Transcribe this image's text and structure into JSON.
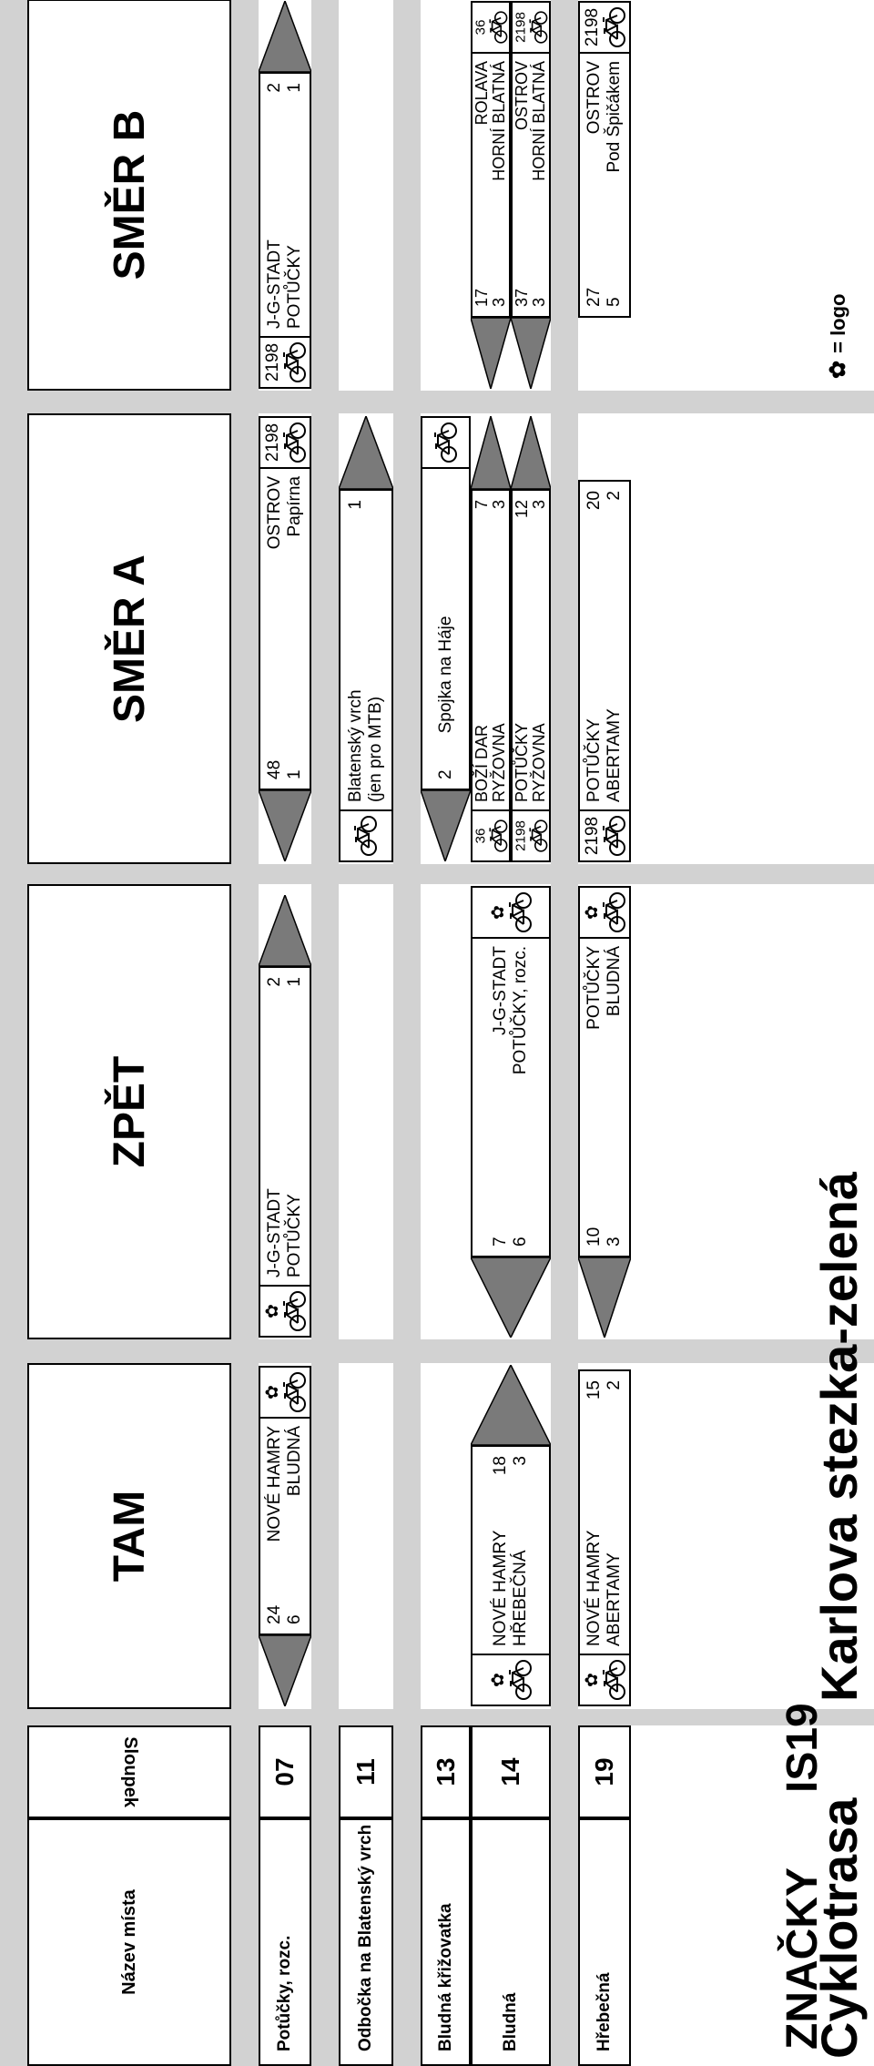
{
  "title": {
    "word1": "Cyklotrasa",
    "word2": "Karlova stezka-zelená"
  },
  "subtitle": {
    "label": "ZNAČKY",
    "code": "IS19"
  },
  "legend": {
    "icon": "logo-icon",
    "text": "= logo"
  },
  "headers": {
    "place": "Název místa",
    "post": "Sloupek",
    "tam": "TAM",
    "zpet": "ZPĚT",
    "smer_a": "SMĚR A",
    "smer_b": "SMĚR B"
  },
  "rows": [
    {
      "place": "Potůčky, rozc.",
      "post": "07"
    },
    {
      "place": "Odbočka na Blatenský vrch",
      "post": "11"
    },
    {
      "place": "Bludná křižovatka",
      "post": "13"
    },
    {
      "place": "Bludná",
      "post": "14"
    },
    {
      "place": "Hřebečná",
      "post": "19"
    }
  ],
  "signs": {
    "r1_tam": {
      "l1": "NOVÉ HAMRY",
      "d1": "24",
      "l2": "BLUDNÁ",
      "d2": "6",
      "logo": true
    },
    "r1_zpet": {
      "l1": "J-G-STADT",
      "d1": "2",
      "l2": "POTŮČKY",
      "d2": "1",
      "logo": true
    },
    "r1_a": {
      "l1": "OSTROV",
      "d1": "48",
      "l2": "Papírna",
      "d2": "1",
      "num": "2198"
    },
    "r1_b": {
      "l1": "J-G-STADT",
      "d1": "2",
      "l2": "POTŮČKY",
      "d2": "1",
      "num": "2198"
    },
    "r2_a": {
      "l1": "Blatenský vrch",
      "d1": "1",
      "l2": "(jen pro MTB)",
      "d2": ""
    },
    "r3_a": {
      "l1": "Spojka na Háje",
      "d1": "2"
    },
    "r4_tam": {
      "l1": "NOVÉ HAMRY",
      "d1": "18",
      "l2": "HŘEBEČNÁ",
      "d2": "3",
      "logo": true
    },
    "r4_zpet": {
      "l1": "J-G-STADT",
      "d1": "7",
      "l2": "POTŮČKY, rozc.",
      "d2": "6",
      "logo": true
    },
    "r4_a": {
      "l1": "BOŽÍ DAR",
      "d1": "7",
      "l2": "RYŽOVNA",
      "d2": "3",
      "num": "36"
    },
    "r4_b": {
      "l1": "ROLAVA",
      "d1": "17",
      "l2": "HORNÍ BLATNÁ",
      "d2": "3",
      "num": "36"
    },
    "r4_a2": {
      "l1": "POTŮČKY",
      "d1": "12",
      "l2": "RYŽOVNA",
      "d2": "3",
      "num": "2198"
    },
    "r4_b2": {
      "l1": "OSTROV",
      "d1": "37",
      "l2": "HORNÍ BLATNÁ",
      "d2": "3",
      "num": "2198"
    },
    "r5_tam": {
      "l1": "NOVÉ HAMRY",
      "d1": "15",
      "l2": "ABERTAMY",
      "d2": "2",
      "logo": true
    },
    "r5_zpet": {
      "l1": "POTŮČKY",
      "d1": "10",
      "l2": "BLUDNÁ",
      "d2": "3",
      "logo": true
    },
    "r5_a": {
      "l1": "POTŮČKY",
      "d1": "20",
      "l2": "ABERTAMY",
      "d2": "2",
      "num": "2198"
    },
    "r5_b": {
      "l1": "OSTROV",
      "d1": "27",
      "l2": "Pod Špičákem",
      "d2": "5",
      "num": "2198"
    }
  },
  "colors": {
    "band": "#d2d2d2",
    "arrow": "#7a7a7a"
  }
}
